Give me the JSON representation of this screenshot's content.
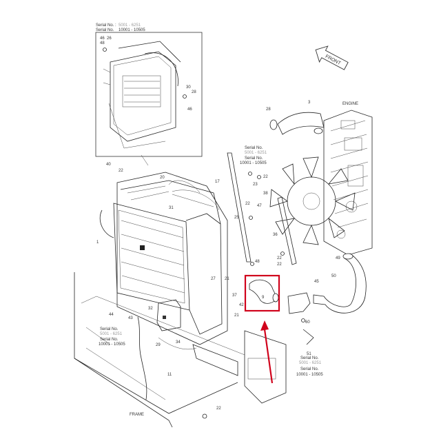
{
  "inset": {
    "serial_label": "Serial No. :",
    "serial_range_a": "5001 - 6251",
    "serial_label_b": "Serial No.",
    "serial_range_b": "10001 - 10505"
  },
  "front_label": "FRONT",
  "engine_label": "ENGINE",
  "frame_label": "FRAME",
  "serial_right_upper": {
    "line1": "Serial No.",
    "line2": "5001 - 6251",
    "line3": "Serial No.",
    "line4": "10001 - 10505"
  },
  "serial_left_lower": {
    "line1": "Serial No.",
    "line2": "5001 - 6251",
    "line3": "Serial No.",
    "line4": "10001 - 10505"
  },
  "serial_right_lower": {
    "line1": "Serial No.",
    "line2": "5001 - 6251",
    "line3": "Serial No.",
    "line4": "10001 - 10505"
  },
  "part_numbers": {
    "p46": "46",
    "p48": "48",
    "p26": "26",
    "p28": "28",
    "p30": "30",
    "p3": "3",
    "p28b": "28",
    "p40": "40",
    "p22": "22",
    "p23": "23",
    "p17": "17",
    "p38": "38",
    "p22b": "22",
    "p1": "1",
    "p36": "36",
    "p20": "20",
    "p45": "45",
    "p50": "50",
    "p49": "49",
    "p22c": "22",
    "p27": "27",
    "p43": "43",
    "p21": "21",
    "p21b": "21",
    "p34": "34",
    "p29": "29",
    "p11": "11",
    "p32": "32",
    "p60": "60",
    "p51": "51",
    "p44": "44",
    "p42": "42",
    "p31": "31",
    "p37": "37",
    "p25": "25",
    "p9": "9",
    "p22d": "22",
    "p48b": "48",
    "p47": "47"
  },
  "highlight_color": "#d0021b"
}
